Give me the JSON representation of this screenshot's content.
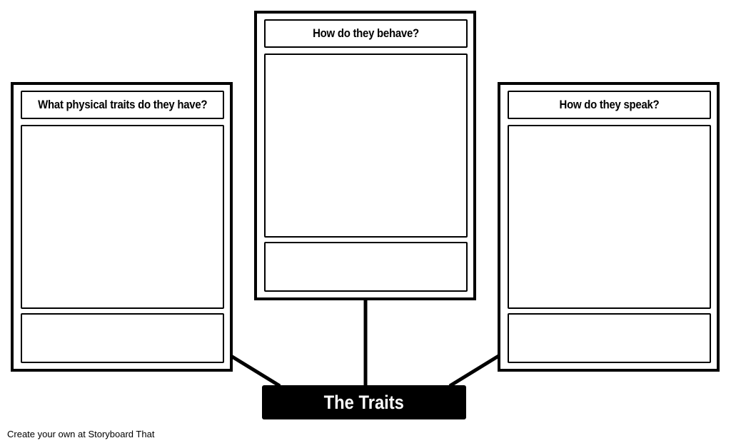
{
  "cards": [
    {
      "title": "What physical traits do they have?"
    },
    {
      "title": "How do they behave?"
    },
    {
      "title": "How do they speak?"
    }
  ],
  "center_label": "The Traits",
  "watermark": "Create your own at Storyboard That",
  "colors": {
    "ink": "#000000",
    "paper": "#ffffff"
  }
}
